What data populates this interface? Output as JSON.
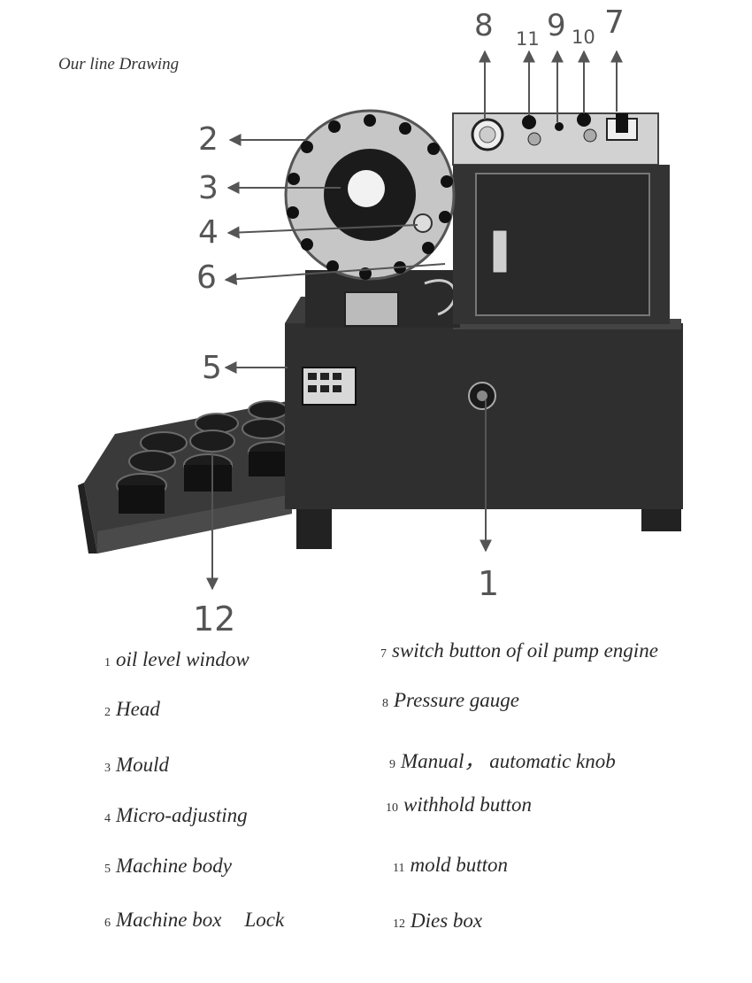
{
  "caption": "Our line Drawing",
  "callouts": {
    "c1": "1",
    "c2": "2",
    "c3": "3",
    "c4": "4",
    "c5": "5",
    "c6": "6",
    "c7": "7",
    "c8": "8",
    "c9": "9",
    "c10": "10",
    "c11": "11",
    "c12": "12"
  },
  "legend": [
    {
      "num": "1",
      "label": "oil level window"
    },
    {
      "num": "2",
      "label": "Head"
    },
    {
      "num": "3",
      "label": "Mould"
    },
    {
      "num": "4",
      "label": "Micro-adjusting"
    },
    {
      "num": "5",
      "label": "Machine body"
    },
    {
      "num": "6",
      "label": "Machine box",
      "extra": "Lock"
    },
    {
      "num": "7",
      "label": "switch button of oil pump engine"
    },
    {
      "num": "8",
      "label": "Pressure gauge"
    },
    {
      "num": "9",
      "label": "Manual， automatic knob"
    },
    {
      "num": "10",
      "label": "withhold button"
    },
    {
      "num": "11",
      "label": "mold button"
    },
    {
      "num": "12",
      "label": "Dies box"
    }
  ]
}
